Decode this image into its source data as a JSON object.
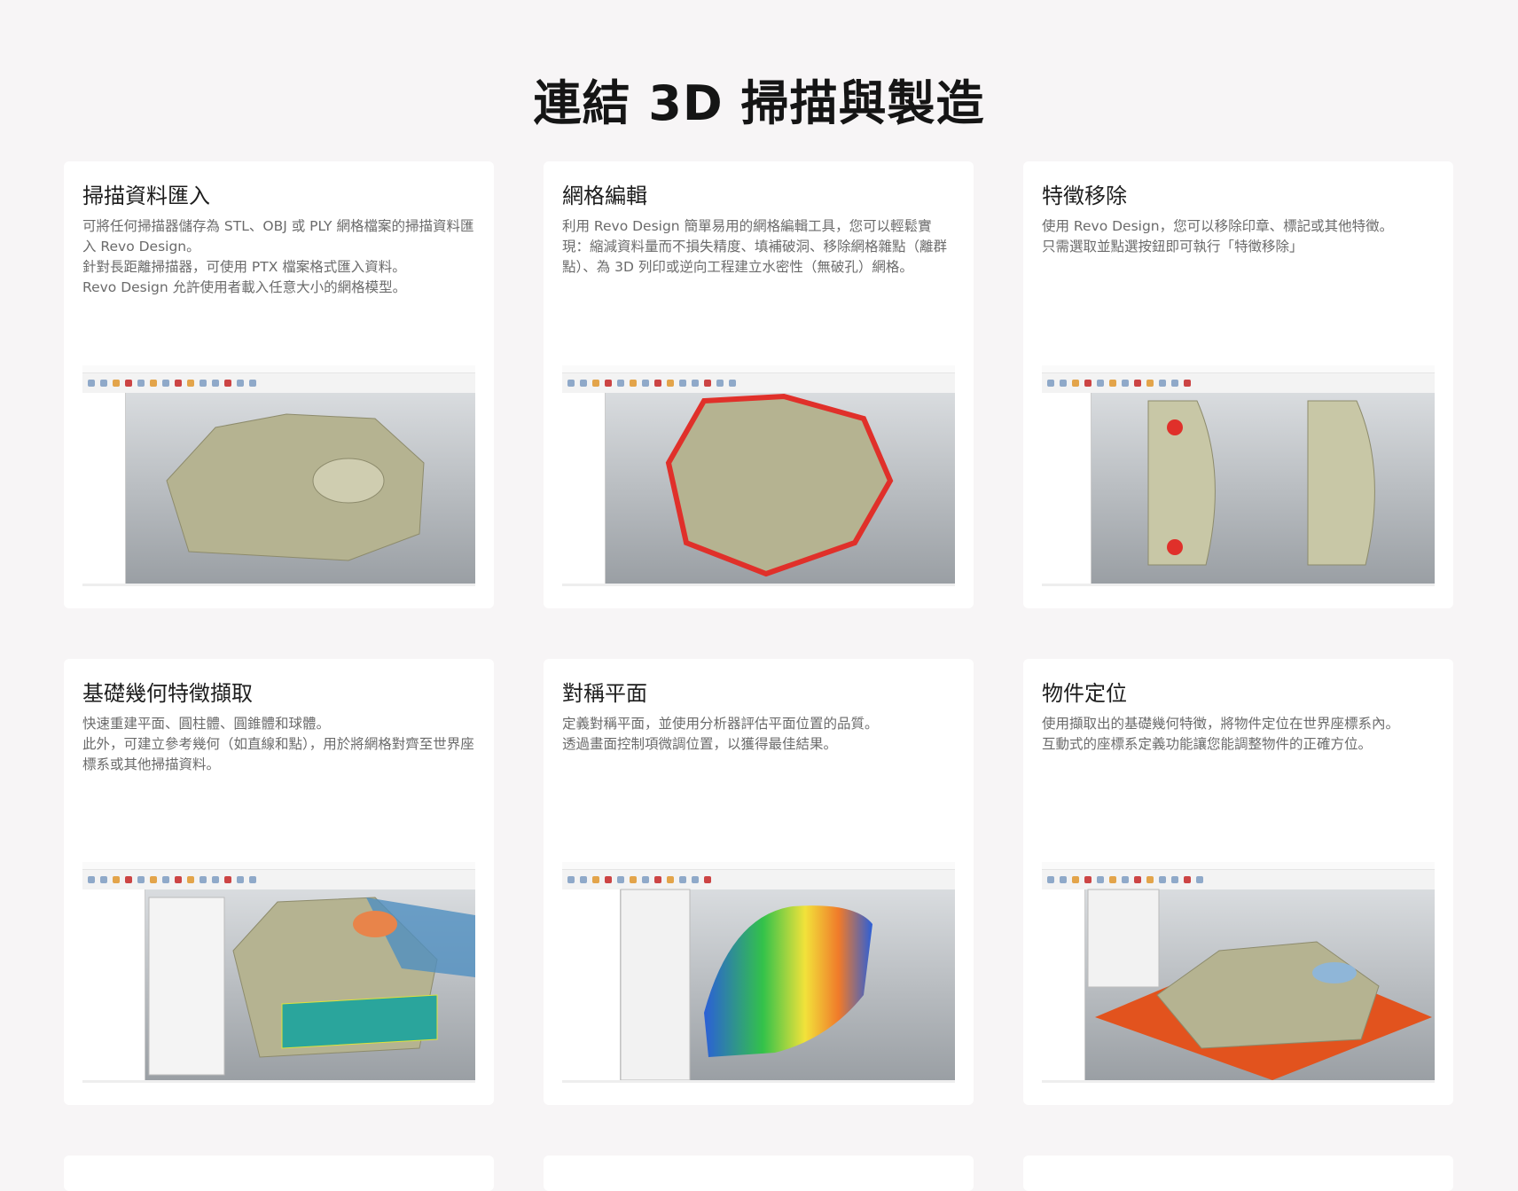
{
  "page": {
    "title": "連結 3D 掃描與製造"
  },
  "cards": [
    {
      "title": "掃描資料匯入",
      "body": "可將任何掃描器儲存為 STL、OBJ 或 PLY 網格檔案的掃描資料匯入 Revo Design。\n針對長距離掃描器，可使用 PTX 檔案格式匯入資料。\nRevo Design 允許使用者載入任意大小的網格模型。"
    },
    {
      "title": "網格編輯",
      "body": "利用 Revo Design 簡單易用的網格編輯工具，您可以輕鬆實現：縮減資料量而不損失精度、填補破洞、移除網格雜點（離群點）、為 3D 列印或逆向工程建立水密性（無破孔）網格。"
    },
    {
      "title": "特徵移除",
      "body": "使用 Revo Design，您可以移除印章、標記或其他特徵。\n只需選取並點選按鈕即可執行「特徵移除」"
    },
    {
      "title": "基礎幾何特徵擷取",
      "body": "快速重建平面、圓柱體、圓錐體和球體。\n此外，可建立參考幾何（如直線和點），用於將網格對齊至世界座標系或其他掃描資料。"
    },
    {
      "title": "對稱平面",
      "body": "定義對稱平面，並使用分析器評估平面位置的品質。\n透過畫面控制項微調位置，以獲得最佳結果。"
    },
    {
      "title": "物件定位",
      "body": "使用擷取出的基礎幾何特徵，將物件定位在世界座標系內。\n互動式的座標系定義功能讓您能調整物件的正確方位。"
    }
  ],
  "colors": {
    "background": "#f7f5f6",
    "card": "#ffffff",
    "model": "#b9b796",
    "highlight": "#e0302a"
  }
}
